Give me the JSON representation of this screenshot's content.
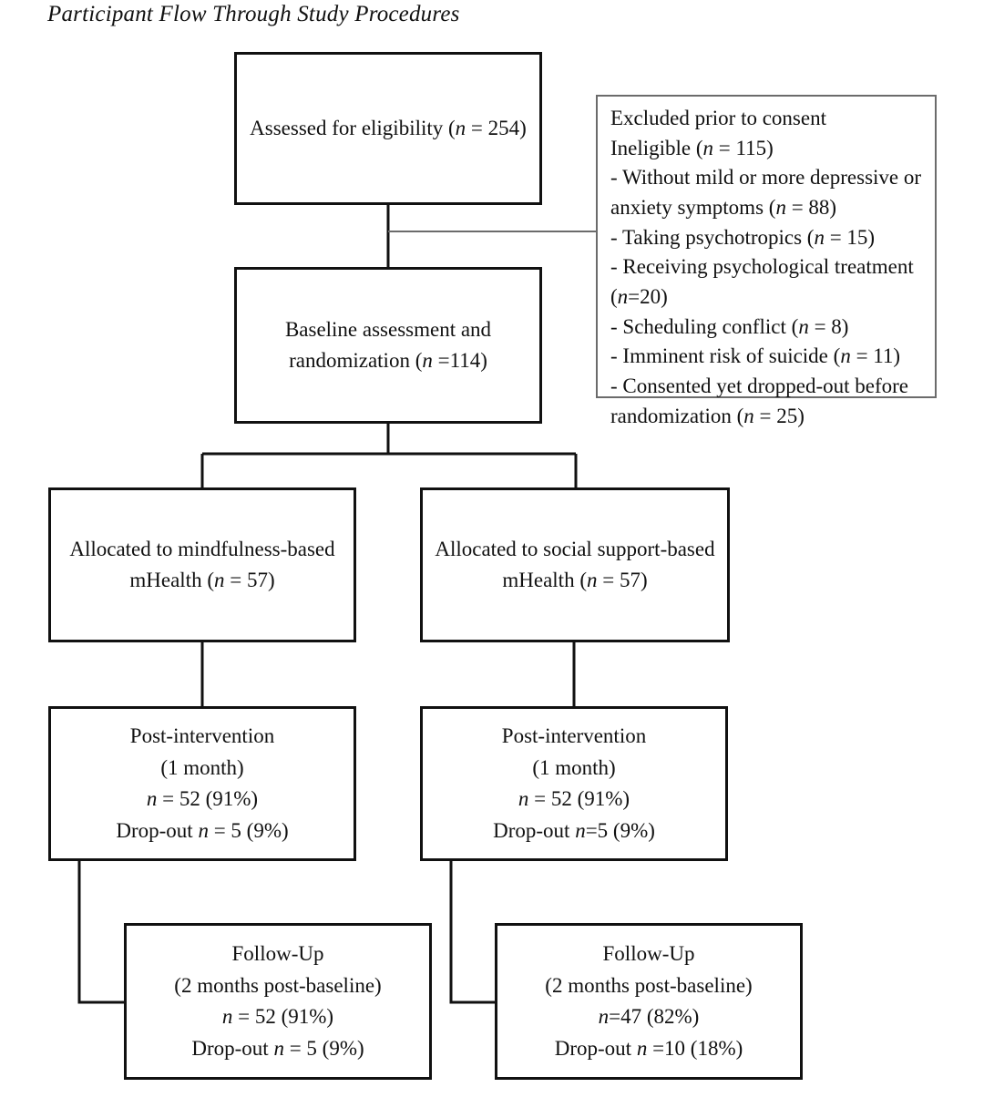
{
  "figure": {
    "title": "Participant Flow Through Study Procedures",
    "type": "flowchart",
    "style": {
      "box_border_color": "#111111",
      "panel_border_color": "#6b6b6b",
      "background": "#ffffff",
      "text_color": "#111111"
    }
  },
  "nodes": {
    "eligibility": {
      "lines": [
        {
          "text": "Assessed for eligibility (",
          "italic": "n",
          "tail": " = 254)"
        }
      ],
      "plain": "Assessed for eligibility (n = 254)"
    },
    "excluded": {
      "lines": [
        {
          "text": "Excluded prior to consent",
          "italic": "",
          "tail": ""
        },
        {
          "text": "Ineligible (",
          "italic": "n",
          "tail": " = 115)"
        },
        {
          "text": "- Without mild or more depressive or",
          "italic": "",
          "tail": ""
        },
        {
          "text": "anxiety symptoms (",
          "italic": "n",
          "tail": " = 88)"
        },
        {
          "text": "- Taking psychotropics (",
          "italic": "n",
          "tail": " = 15)"
        },
        {
          "text": "- Receiving psychological treatment",
          "italic": "",
          "tail": ""
        },
        {
          "text": "(",
          "italic": "n",
          "tail": "=20)"
        },
        {
          "text": "- Scheduling conflict (",
          "italic": "n",
          "tail": " = 8)"
        },
        {
          "text": "- Imminent risk of suicide (",
          "italic": "n",
          "tail": " = 11)"
        },
        {
          "text": "- Consented yet dropped-out before",
          "italic": "",
          "tail": ""
        },
        {
          "text": "randomization (",
          "italic": "n",
          "tail": " = 25)"
        }
      ],
      "plain": "Excluded prior to consent; Ineligible (n = 115); - Without mild or more depressive or anxiety symptoms (n = 88); - Taking psychotropics (n = 15); - Receiving psychological treatment (n=20); - Scheduling conflict (n = 8); - Imminent risk of suicide (n = 11); - Consented yet dropped-out before randomization (n = 25)"
    },
    "baseline": {
      "lines": [
        {
          "text": "Baseline assessment and",
          "italic": "",
          "tail": ""
        },
        {
          "text": "randomization (",
          "italic": "n",
          "tail": " =114)"
        }
      ],
      "plain": "Baseline assessment and randomization (n =114)"
    },
    "alloc_left": {
      "lines": [
        {
          "text": "Allocated to mindfulness-based",
          "italic": "",
          "tail": ""
        },
        {
          "text": "mHealth (",
          "italic": "n",
          "tail": " = 57)"
        }
      ],
      "plain": "Allocated to mindfulness-based mHealth (n = 57)"
    },
    "alloc_right": {
      "lines": [
        {
          "text": "Allocated to social support-based",
          "italic": "",
          "tail": ""
        },
        {
          "text": "mHealth (",
          "italic": "n",
          "tail": " = 57)"
        }
      ],
      "plain": "Allocated to social support-based mHealth (n = 57)"
    },
    "post_left": {
      "lines": [
        {
          "text": "Post-intervention",
          "italic": "",
          "tail": ""
        },
        {
          "text": "(1 month)",
          "italic": "",
          "tail": ""
        },
        {
          "text": "",
          "italic": "n",
          "tail": " = 52 (91%)"
        },
        {
          "text": "Drop-out ",
          "italic": "n",
          "tail": " = 5 (9%)"
        }
      ],
      "plain": "Post-intervention (1 month) n = 52 (91%) Drop-out n = 5 (9%)"
    },
    "post_right": {
      "lines": [
        {
          "text": "Post-intervention",
          "italic": "",
          "tail": ""
        },
        {
          "text": "(1 month)",
          "italic": "",
          "tail": ""
        },
        {
          "text": "",
          "italic": "n",
          "tail": " = 52 (91%)"
        },
        {
          "text": "Drop-out ",
          "italic": "n",
          "tail": "=5 (9%)"
        }
      ],
      "plain": "Post-intervention (1 month) n = 52 (91%) Drop-out n=5 (9%)"
    },
    "follow_left": {
      "lines": [
        {
          "text": "Follow-Up",
          "italic": "",
          "tail": ""
        },
        {
          "text": "(2 months post-baseline)",
          "italic": "",
          "tail": ""
        },
        {
          "text": "",
          "italic": "n",
          "tail": " = 52 (91%)"
        },
        {
          "text": "Drop-out ",
          "italic": "n",
          "tail": " = 5 (9%)"
        }
      ],
      "plain": "Follow-Up (2 months post-baseline) n = 52 (91%) Drop-out n = 5 (9%)"
    },
    "follow_right": {
      "lines": [
        {
          "text": "Follow-Up",
          "italic": "",
          "tail": ""
        },
        {
          "text": "(2 months post-baseline)",
          "italic": "",
          "tail": ""
        },
        {
          "text": "",
          "italic": "n",
          "tail": "=47 (82%)"
        },
        {
          "text": "Drop-out ",
          "italic": "n",
          "tail": " =10 (18%)"
        }
      ],
      "plain": "Follow-Up (2 months post-baseline) n=47 (82%) Drop-out n =10 (18%)"
    }
  },
  "chart_data": {
    "type": "flowchart",
    "title": "Participant Flow Through Study Procedures",
    "counts": {
      "assessed_for_eligibility": 254,
      "excluded_ineligible_total": 115,
      "excluded_without_mild_or_more_symptoms": 88,
      "excluded_taking_psychotropics": 15,
      "excluded_receiving_psychological_treatment": 20,
      "excluded_scheduling_conflict": 8,
      "excluded_imminent_risk_of_suicide": 11,
      "excluded_consented_dropped_out_before_randomization": 25,
      "randomized": 114,
      "allocated_mindfulness": 57,
      "allocated_social_support": 57,
      "post_intervention_mindfulness_n": 52,
      "post_intervention_mindfulness_pct": 91,
      "post_intervention_mindfulness_dropout_n": 5,
      "post_intervention_mindfulness_dropout_pct": 9,
      "post_intervention_social_n": 52,
      "post_intervention_social_pct": 91,
      "post_intervention_social_dropout_n": 5,
      "post_intervention_social_dropout_pct": 9,
      "followup_mindfulness_n": 52,
      "followup_mindfulness_pct": 91,
      "followup_mindfulness_dropout_n": 5,
      "followup_mindfulness_dropout_pct": 9,
      "followup_social_n": 47,
      "followup_social_pct": 82,
      "followup_social_dropout_n": 10,
      "followup_social_dropout_pct": 18
    },
    "edges": [
      {
        "from": "eligibility",
        "to": "excluded",
        "style": "elbow-right"
      },
      {
        "from": "eligibility",
        "to": "baseline",
        "style": "straight-down"
      },
      {
        "from": "baseline",
        "to": "alloc_left",
        "style": "fork"
      },
      {
        "from": "baseline",
        "to": "alloc_right",
        "style": "fork"
      },
      {
        "from": "alloc_left",
        "to": "post_left",
        "style": "straight-down"
      },
      {
        "from": "alloc_right",
        "to": "post_right",
        "style": "straight-down"
      },
      {
        "from": "post_left",
        "to": "follow_left",
        "style": "elbow-down-right"
      },
      {
        "from": "post_right",
        "to": "follow_right",
        "style": "elbow-down-right"
      }
    ]
  }
}
